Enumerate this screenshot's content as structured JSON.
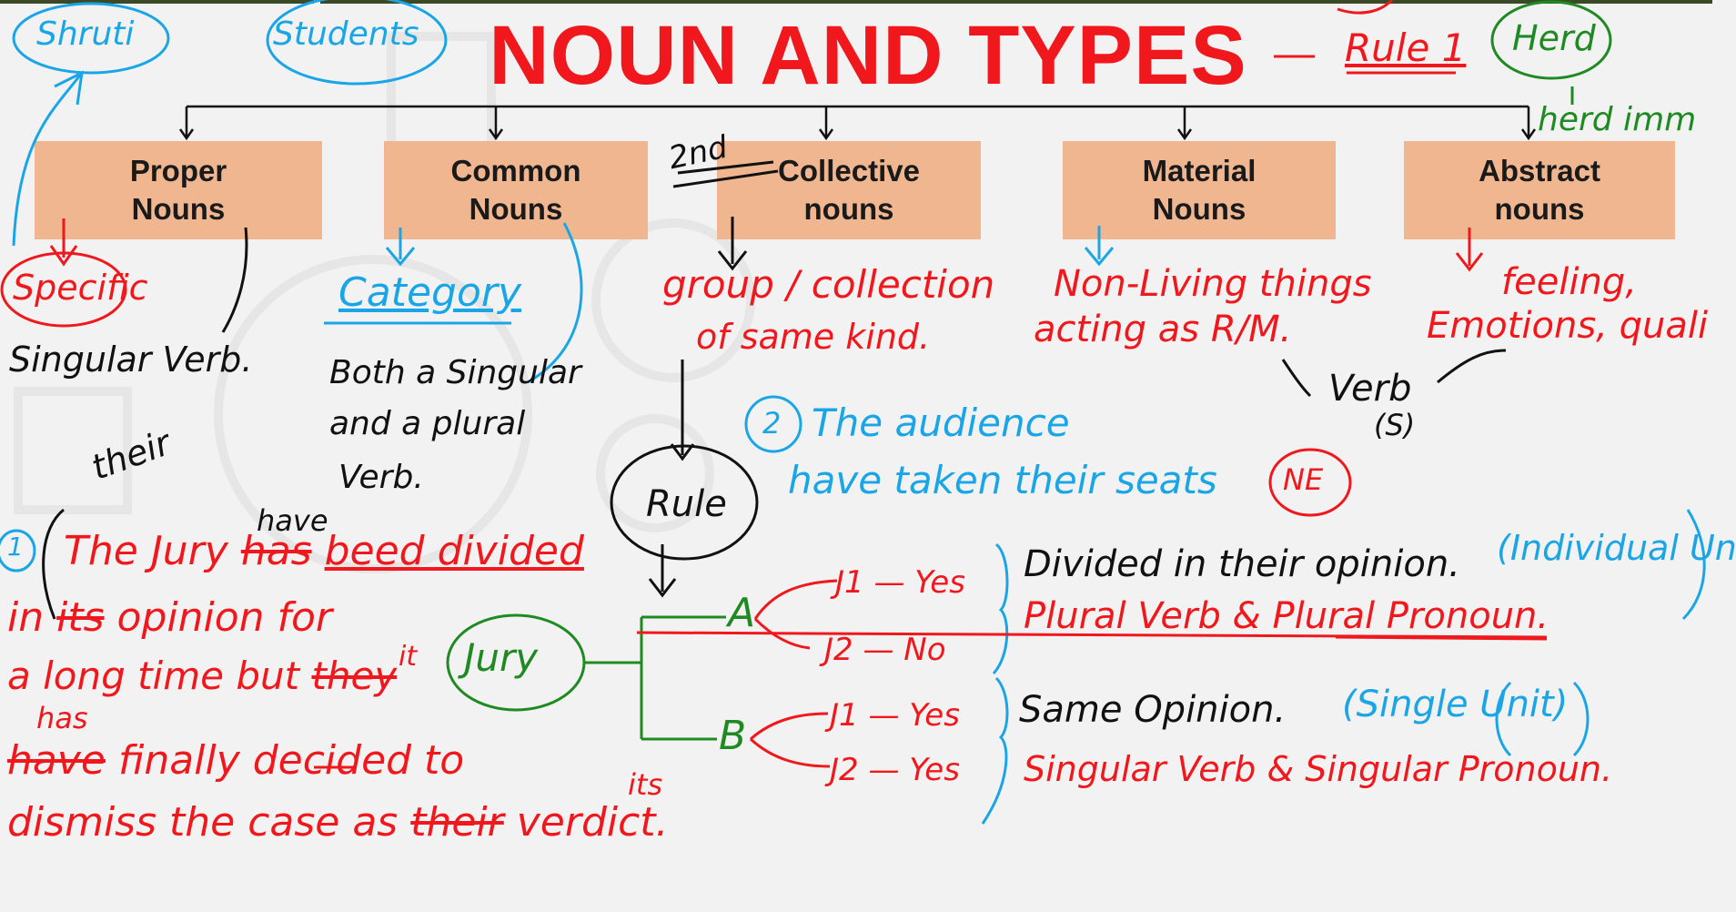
{
  "title": "NOUN AND TYPES",
  "categories": [
    {
      "label": "Proper\nNouns"
    },
    {
      "label": "Common\nNouns"
    },
    {
      "label": "Collective\nnouns"
    },
    {
      "label": "Material\nNouns"
    },
    {
      "label": "Abstract\nnouns"
    }
  ],
  "annotations": {
    "shruti": "Shruti",
    "students": "Students",
    "rule1": "Rule 1",
    "herd": "Herd",
    "herd_note": "herd imm",
    "second": "2nd",
    "specific": "Specific",
    "singular_verb": "Singular Verb.",
    "category": "Category",
    "both_line1": "Both a Singular",
    "both_line2": "and a plural",
    "both_line3": "Verb.",
    "group_line1": "group / collection",
    "group_line2": "of same kind.",
    "material_line1": "Non-Living things",
    "material_line2": "acting as R/M.",
    "abstract_line1": "feeling,",
    "abstract_line2": "Emotions, quali",
    "verb_s": "Verb",
    "verb_s2": "(S)",
    "their_note": "their",
    "rule": "Rule",
    "example2_num": "2",
    "example2_line1": "The audience",
    "example2_line2": "have taken their seats",
    "ne": "NE",
    "example1_num": "1",
    "have_insert": "have",
    "ex1_the_jury": "The Jury",
    "ex1_has": "has",
    "ex1_rest1": "beed divided",
    "ex1_in": "in",
    "ex1_its": "its",
    "ex1_rest2": "opinion for",
    "ex1_line3a": "a long time but",
    "ex1_they": "they",
    "it_insert": "it",
    "has_insert": "has",
    "ex1_have": "have",
    "ex1_line4": "finally decided to",
    "ex1_line5a": "dismiss the case as",
    "ex1_their": "their",
    "its_insert": "its",
    "ex1_verdict": "verdict.",
    "jury": "Jury",
    "branch_a": "A",
    "branch_b": "B",
    "a_j1": "J1 — Yes",
    "a_j2": "J2 — No",
    "b_j1": "J1 — Yes",
    "b_j2": "J2 — Yes",
    "divided_opinion": "Divided in their opinion.",
    "individual_units": "(Individual Units)",
    "plural_rule": "Plural Verb & Plural Pronoun.",
    "same_opinion": "Same Opinion.",
    "single_unit": "(Single Unit)",
    "singular_rule": "Singular Verb & Singular Pronoun."
  },
  "colors": {
    "title": "#f0181c",
    "box": "#f0b68f",
    "red_ink": "#f0181c",
    "blue_ink": "#1aa6e6",
    "green_ink": "#1f8a22",
    "black_ink": "#111111"
  }
}
